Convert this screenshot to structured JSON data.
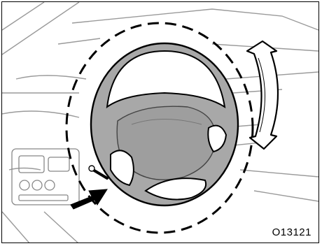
{
  "figure": {
    "code": "O13121"
  },
  "colors": {
    "wheel_fill": "#a8a8a8",
    "line": "#000000",
    "background": "#ffffff",
    "interior_line": "#9a9a9a"
  },
  "icons": {
    "adjust_arrow": "double-headed-curved-arrow",
    "release_lever_arrow": "black-pointer-arrow"
  }
}
